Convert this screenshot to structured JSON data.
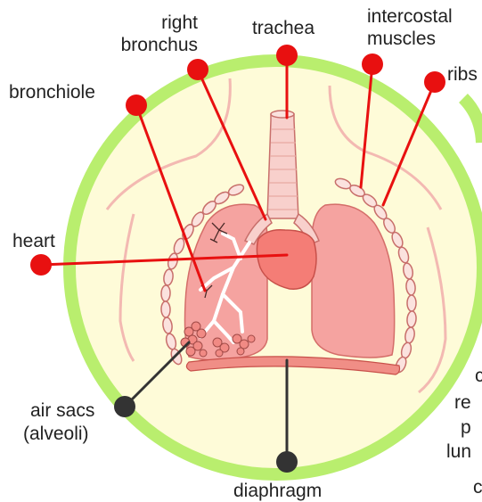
{
  "labels": {
    "right_bronchus": [
      "right",
      "bronchus"
    ],
    "trachea": "trachea",
    "intercostal_muscles": [
      "intercostal",
      "muscles"
    ],
    "ribs": "ribs",
    "bronchiole": "bronchiole",
    "heart": "heart",
    "air_sacs": [
      "air sacs",
      "(alveoli)"
    ],
    "diaphragm": "diaphragm",
    "cut_text": [
      "c",
      "re",
      "p",
      "lun",
      "c"
    ]
  },
  "colors": {
    "pointer_red": "#e81010",
    "pointer_dark": "#333333",
    "circle_green": "#b9ee6e",
    "circle_fill": "#fefbd8",
    "lung": "#f5a3a0",
    "heart": "#f47d76",
    "trachea": "#f8d0cc",
    "rib": "#f3b9b2"
  }
}
